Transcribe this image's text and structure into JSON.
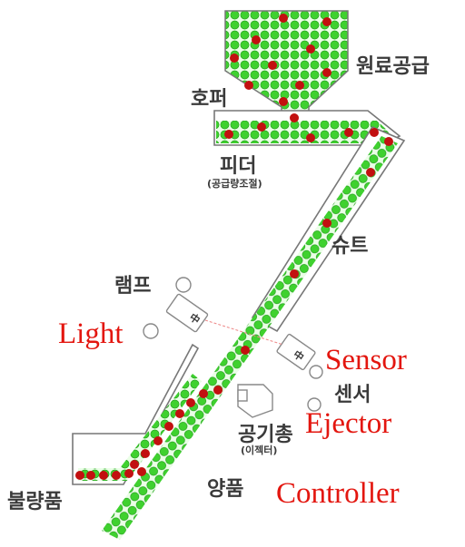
{
  "labels": {
    "raw_supply": "원료공급",
    "hopper": "호퍼",
    "feeder": "피더",
    "feeder_sub": "(공급량조절)",
    "chute": "슈트",
    "lamp": "램프",
    "light": "Light",
    "sensor_en": "Sensor",
    "sensor_ko": "센서",
    "air_gun": "공기총",
    "air_gun_sub": "(이젝터)",
    "ejector": "Ejector",
    "good": "양품",
    "controller": "Controller",
    "reject": "불량품"
  },
  "colors": {
    "good_grain": "#46d63a",
    "defect_grain": "#c21010",
    "annotation": "#e3160f",
    "outline": "#777777",
    "korean_text": "#3a3a3a"
  }
}
